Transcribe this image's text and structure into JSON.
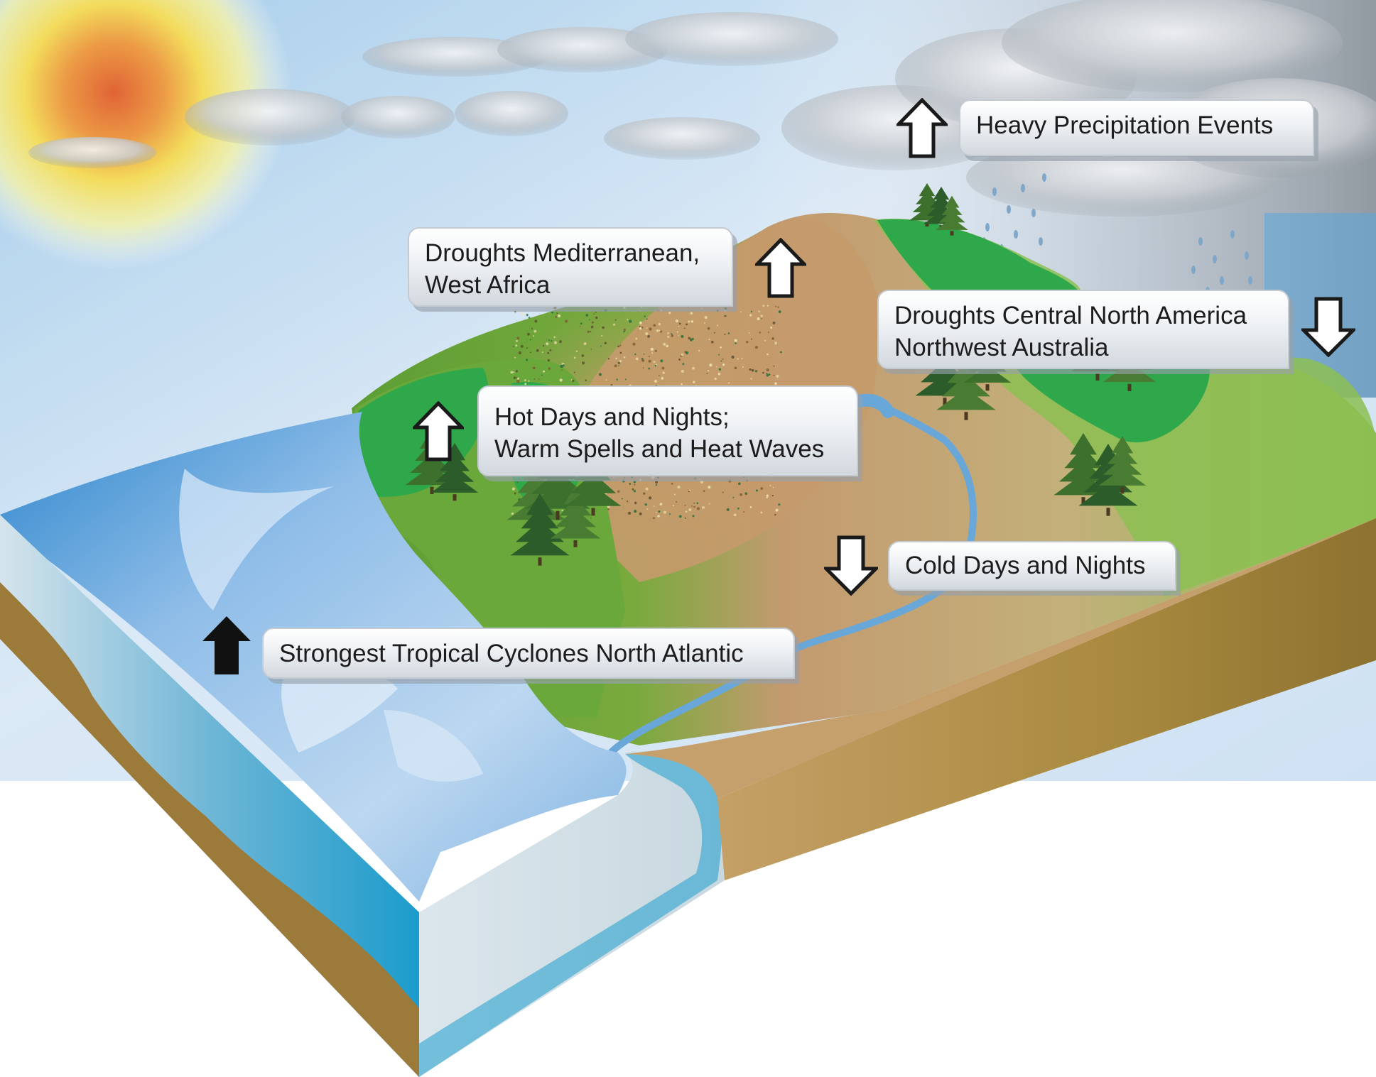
{
  "labels": {
    "heavy_precipitation": "Heavy Precipitation Events",
    "droughts_med_line1": "Droughts Mediterranean,",
    "droughts_med_line2": "West Africa",
    "droughts_cna_line1": "Droughts Central North America",
    "droughts_cna_line2": "Northwest Australia",
    "hot_days_line1": "Hot Days and Nights;",
    "hot_days_line2": "Warm Spells and Heat Waves",
    "cold_days": "Cold Days and Nights",
    "tropical_cyclones": "Strongest Tropical Cyclones North Atlantic"
  },
  "trends": {
    "heavy_precipitation": "up",
    "droughts_mediterranean": "up",
    "droughts_central_north_america": "down",
    "hot_days": "up",
    "cold_days": "down",
    "tropical_cyclones": "up"
  },
  "colors": {
    "sky_top": "#9fc9e8",
    "sky_bottom": "#eaf2fa",
    "sun_core": "#e2673a",
    "sun_glow": "#f6ef8a",
    "ocean": "#4a9fd8",
    "land_green": "#6daa3c",
    "land_tan": "#c09b6e",
    "soil": "#9c7a3a",
    "forest_dark": "#2f6b2c",
    "callout_border": "#c3cad1",
    "arrow_hollow": "#ffffff",
    "arrow_solid": "#111111"
  }
}
